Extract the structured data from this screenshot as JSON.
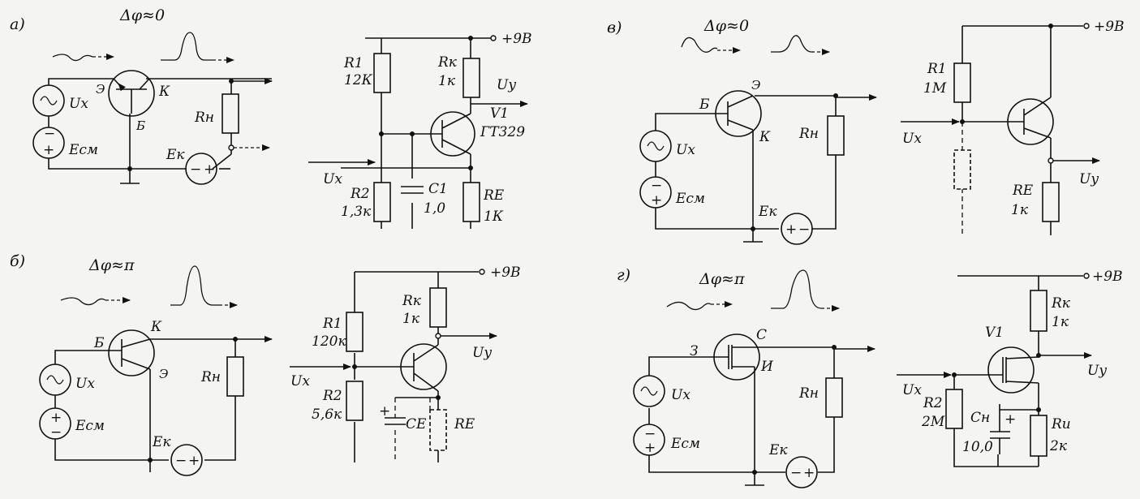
{
  "panels": {
    "a": {
      "label": "а)",
      "phase": "Δφ≈0",
      "t_emitter": "Э",
      "t_collector": "К",
      "t_base": "Б",
      "ux": "Uх",
      "ecm": "Eсм",
      "ek": "Eк",
      "rn": "Rн",
      "supply": "+9В",
      "r1": "R1",
      "r1v": "12К",
      "rk": "Rк",
      "rkv": "1к",
      "uy": "Uу",
      "v1": "V1",
      "part": "ГТ329",
      "r2": "R2",
      "r2v": "1,3к",
      "c1": "С1",
      "c1v": "1,0",
      "re": "RE",
      "rev": "1К",
      "ux2": "Ux"
    },
    "b": {
      "label": "б)",
      "phase": "Δφ≈π",
      "t_base": "Б",
      "t_collector": "К",
      "t_emitter": "Э",
      "ux": "Uх",
      "ecm": "Eсм",
      "ek": "Eк",
      "rn": "Rн",
      "supply": "+9В",
      "r1": "R1",
      "r1v": "120к",
      "rk": "Rк",
      "rkv": "1к",
      "uy": "Uу",
      "r2": "R2",
      "r2v": "5,6к",
      "ce": "СE",
      "re": "RE",
      "ux2": "Ux"
    },
    "v": {
      "label": "в)",
      "phase": "Δφ≈0",
      "t_emitter": "Э",
      "t_base": "Б",
      "t_collector": "К",
      "ux": "Uх",
      "ecm": "Eсм",
      "ek": "Eк",
      "rn": "Rн",
      "supply": "+9В",
      "r1": "R1",
      "r1v": "1М",
      "ux2": "Ux",
      "uy": "Uу",
      "re": "RE",
      "rev": "1к"
    },
    "g": {
      "label": "г)",
      "phase": "Δφ≈π",
      "t_gate": "З",
      "t_drain": "С",
      "t_source": "И",
      "ux": "Uх",
      "ecm": "Eсм",
      "ek": "Eк",
      "rn": "Rн",
      "supply": "+9В",
      "rk": "Rк",
      "rkv": "1к",
      "v1": "V1",
      "ux2": "Ux",
      "uy": "Uу",
      "r2": "R2",
      "r2v": "2М",
      "cn": "Сн",
      "cnv": "10,0",
      "ri": "Rи",
      "riv": "2к"
    }
  }
}
